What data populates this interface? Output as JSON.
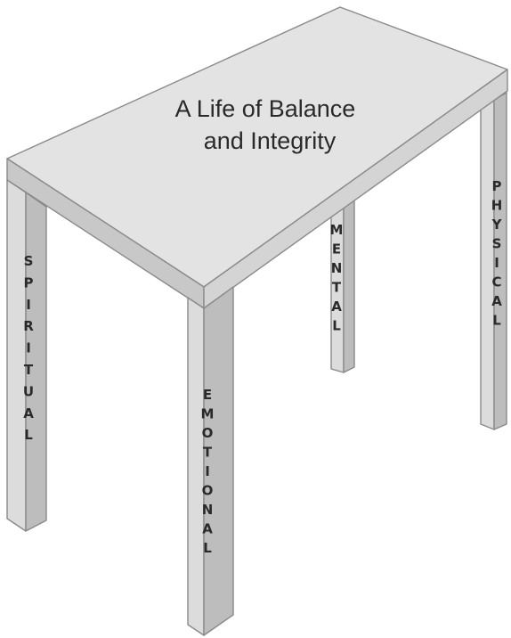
{
  "title": {
    "line1": "A Life of Balance",
    "line2": "and Integrity"
  },
  "legs": {
    "spiritual": "SPIRITUAL",
    "emotional": "EMOTIONAL",
    "mental": "MENTAL",
    "physical": "PHYSICAL"
  },
  "colors": {
    "top": "#e3e3e3",
    "apron_front": "#c8c8c8",
    "apron_side": "#d4d4d4",
    "leg_light": "#dcdcdc",
    "leg_dark": "#bdbdbd",
    "outline": "#8a8a8a",
    "text": "#2a2a2a"
  }
}
